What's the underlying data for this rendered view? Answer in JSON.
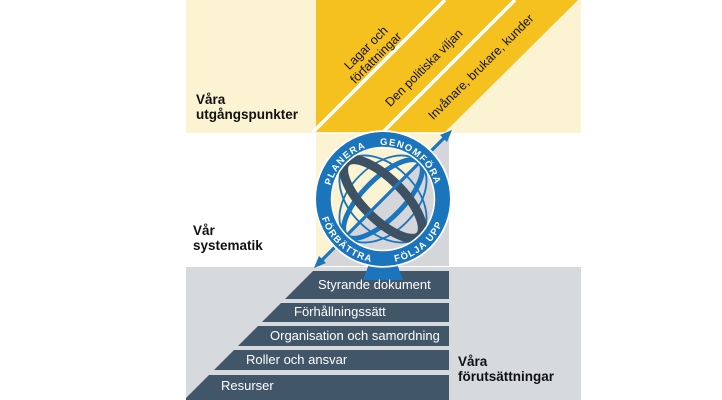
{
  "colors": {
    "cream": "#FBF3D2",
    "gold": "#F5C11E",
    "column_gray": "#D4D6D9",
    "bottom_gray": "#D6DADD",
    "bar_slate": "#42566A",
    "blue": "#1B75BC",
    "navy": "#3D5164",
    "white": "#FFFFFF",
    "text_dark": "#111111"
  },
  "sections": {
    "starting_points": {
      "line1": "Våra",
      "line2": "utgångspunkter"
    },
    "systematics": {
      "line1": "Vår",
      "line2": "systematik"
    },
    "prerequisites": {
      "line1": "Våra",
      "line2": "förutsättningar"
    }
  },
  "inputs_band": {
    "stripes": [
      {
        "line1": "Lagar och",
        "line2": "författningar"
      },
      {
        "line1": "Den politiska viljan",
        "line2": ""
      },
      {
        "line1": "Invånare, brukare, kunder",
        "line2": ""
      }
    ]
  },
  "cycle": {
    "plan": "PLANERA",
    "do": "GENOMFÖRA",
    "improve": "FÖRBÄTTRA",
    "follow_up": "FÖLJA UPP"
  },
  "foundation_steps": [
    "Styrande dokument",
    "Förhållningssätt",
    "Organisation och samordning",
    "Roller och ansvar",
    "Resurser"
  ]
}
